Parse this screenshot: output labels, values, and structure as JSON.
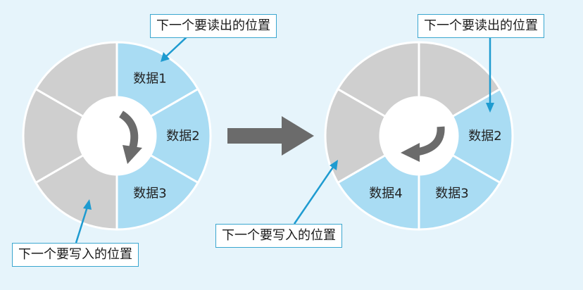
{
  "colors": {
    "background": "#e6f4fb",
    "filled_segment": "#a9dcf3",
    "empty_segment": "#cfcfcf",
    "pointer": "#1e9bd0",
    "rotation_arrow": "#6b6b6b"
  },
  "left_buffer": {
    "segments": [
      {
        "label": "数据1",
        "filled": true
      },
      {
        "label": "数据2",
        "filled": true
      },
      {
        "label": "数据3",
        "filled": true
      },
      {
        "label": "",
        "filled": false
      },
      {
        "label": "",
        "filled": false
      },
      {
        "label": "",
        "filled": false
      }
    ],
    "read_callout": "下一个要读出的位置",
    "write_callout": "下一个要写入的位置"
  },
  "right_buffer": {
    "segments": [
      {
        "label": "",
        "filled": false
      },
      {
        "label": "数据2",
        "filled": true
      },
      {
        "label": "数据3",
        "filled": true
      },
      {
        "label": "数据4",
        "filled": true
      },
      {
        "label": "",
        "filled": false
      },
      {
        "label": "",
        "filled": false
      }
    ],
    "read_callout": "下一个要读出的位置",
    "write_callout": "下一个要写入的位置"
  },
  "transition_arrow": "right-arrow-icon"
}
